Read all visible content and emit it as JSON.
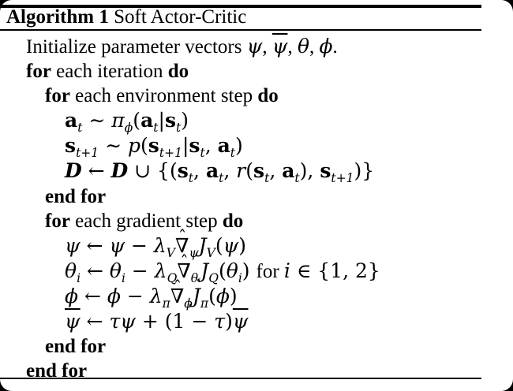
{
  "style": {
    "outer_bg": "#000000",
    "page_bg": "#ffffff",
    "text_color": "#000000",
    "rule_color": "#000000",
    "hat_glyph": "ˆ"
  },
  "header": {
    "label": "Algorithm 1",
    "title": "Soft Actor-Critic"
  },
  "algorithm": {
    "lines": [
      {
        "indent": 0,
        "tokens": [
          {
            "t": "Initialize parameter vectors ",
            "s": "rm"
          },
          {
            "t": "ψ",
            "s": "it"
          },
          {
            "t": ", ",
            "s": "rm"
          },
          {
            "t": "ψ",
            "s": "it",
            "bar": true
          },
          {
            "t": ", ",
            "s": "rm"
          },
          {
            "t": "θ",
            "s": "it"
          },
          {
            "t": ", ",
            "s": "rm"
          },
          {
            "t": "ϕ",
            "s": "it"
          },
          {
            "t": ".",
            "s": "rm"
          }
        ]
      },
      {
        "indent": 0,
        "tokens": [
          {
            "t": "for",
            "s": "kw"
          },
          {
            "t": " each iteration ",
            "s": "rm"
          },
          {
            "t": "do",
            "s": "kw"
          }
        ]
      },
      {
        "indent": 1,
        "tokens": [
          {
            "t": "for",
            "s": "kw"
          },
          {
            "t": " each environment step ",
            "s": "rm"
          },
          {
            "t": "do",
            "s": "kw"
          }
        ]
      },
      {
        "indent": 2,
        "tokens": [
          {
            "t": "a",
            "s": "bf"
          },
          {
            "t": "t",
            "s": "it",
            "sub": true
          },
          {
            "t": " ∼ ",
            "s": "mop"
          },
          {
            "t": "π",
            "s": "it"
          },
          {
            "t": "ϕ",
            "s": "it",
            "sub": true
          },
          {
            "t": "(",
            "s": "mop"
          },
          {
            "t": "a",
            "s": "bf"
          },
          {
            "t": "t",
            "s": "it",
            "sub": true
          },
          {
            "t": "|",
            "s": "mop"
          },
          {
            "t": "s",
            "s": "bf"
          },
          {
            "t": "t",
            "s": "it",
            "sub": true
          },
          {
            "t": ")",
            "s": "mop"
          }
        ]
      },
      {
        "indent": 2,
        "tokens": [
          {
            "t": "s",
            "s": "bf"
          },
          {
            "t": "t+1",
            "s": "it",
            "sub": true
          },
          {
            "t": " ∼ ",
            "s": "mop"
          },
          {
            "t": "p",
            "s": "it"
          },
          {
            "t": "(",
            "s": "mop"
          },
          {
            "t": "s",
            "s": "bf"
          },
          {
            "t": "t+1",
            "s": "it",
            "sub": true
          },
          {
            "t": "|",
            "s": "mop"
          },
          {
            "t": "s",
            "s": "bf"
          },
          {
            "t": "t",
            "s": "it",
            "sub": true
          },
          {
            "t": ", ",
            "s": "mop"
          },
          {
            "t": "a",
            "s": "bf"
          },
          {
            "t": "t",
            "s": "it",
            "sub": true
          },
          {
            "t": ")",
            "s": "mop"
          }
        ]
      },
      {
        "indent": 2,
        "tokens": [
          {
            "t": "D",
            "s": "cal"
          },
          {
            "t": " ← ",
            "s": "mop"
          },
          {
            "t": "D",
            "s": "cal"
          },
          {
            "t": " ∪ {(",
            "s": "mop"
          },
          {
            "t": "s",
            "s": "bf"
          },
          {
            "t": "t",
            "s": "it",
            "sub": true
          },
          {
            "t": ", ",
            "s": "mop"
          },
          {
            "t": "a",
            "s": "bf"
          },
          {
            "t": "t",
            "s": "it",
            "sub": true
          },
          {
            "t": ", ",
            "s": "mop"
          },
          {
            "t": "r",
            "s": "it"
          },
          {
            "t": "(",
            "s": "mop"
          },
          {
            "t": "s",
            "s": "bf"
          },
          {
            "t": "t",
            "s": "it",
            "sub": true
          },
          {
            "t": ", ",
            "s": "mop"
          },
          {
            "t": "a",
            "s": "bf"
          },
          {
            "t": "t",
            "s": "it",
            "sub": true
          },
          {
            "t": "), ",
            "s": "mop"
          },
          {
            "t": "s",
            "s": "bf"
          },
          {
            "t": "t+1",
            "s": "it",
            "sub": true
          },
          {
            "t": ")}",
            "s": "mop"
          }
        ]
      },
      {
        "indent": 1,
        "tokens": [
          {
            "t": "end for",
            "s": "kw"
          }
        ]
      },
      {
        "indent": 1,
        "tokens": [
          {
            "t": "for",
            "s": "kw"
          },
          {
            "t": " each gradient step ",
            "s": "rm"
          },
          {
            "t": "do",
            "s": "kw"
          }
        ]
      },
      {
        "indent": 2,
        "tokens": [
          {
            "t": "ψ",
            "s": "it"
          },
          {
            "t": " ← ",
            "s": "mop"
          },
          {
            "t": "ψ",
            "s": "it"
          },
          {
            "t": " − ",
            "s": "mop"
          },
          {
            "t": "λ",
            "s": "it"
          },
          {
            "t": "V",
            "s": "it",
            "sub": true
          },
          {
            "t": "∇",
            "s": "mop",
            "hat": true
          },
          {
            "t": "ψ",
            "s": "it",
            "sub": true
          },
          {
            "t": "J",
            "s": "it"
          },
          {
            "t": "V",
            "s": "it",
            "sub": true
          },
          {
            "t": "(",
            "s": "mop"
          },
          {
            "t": "ψ",
            "s": "it"
          },
          {
            "t": ")",
            "s": "mop"
          }
        ]
      },
      {
        "indent": 2,
        "tokens": [
          {
            "t": "θ",
            "s": "it"
          },
          {
            "t": "i",
            "s": "it",
            "sub": true
          },
          {
            "t": " ← ",
            "s": "mop"
          },
          {
            "t": "θ",
            "s": "it"
          },
          {
            "t": "i",
            "s": "it",
            "sub": true
          },
          {
            "t": " − ",
            "s": "mop"
          },
          {
            "t": "λ",
            "s": "it"
          },
          {
            "t": "Q",
            "s": "it",
            "sub": true
          },
          {
            "t": "∇",
            "s": "mop",
            "hat": true
          },
          {
            "t": "θᵢ",
            "s": "it",
            "sub": true
          },
          {
            "t": "J",
            "s": "it"
          },
          {
            "t": "Q",
            "s": "it",
            "sub": true
          },
          {
            "t": "(",
            "s": "mop"
          },
          {
            "t": "θ",
            "s": "it"
          },
          {
            "t": "i",
            "s": "it",
            "sub": true
          },
          {
            "t": ") ",
            "s": "mop"
          },
          {
            "t": "for ",
            "s": "rm"
          },
          {
            "t": "i",
            "s": "it"
          },
          {
            "t": " ∈ {1, 2}",
            "s": "mop"
          }
        ]
      },
      {
        "indent": 2,
        "tokens": [
          {
            "t": "ϕ",
            "s": "it"
          },
          {
            "t": " ← ",
            "s": "mop"
          },
          {
            "t": "ϕ",
            "s": "it"
          },
          {
            "t": " − ",
            "s": "mop"
          },
          {
            "t": "λ",
            "s": "it"
          },
          {
            "t": "π",
            "s": "it",
            "sub": true
          },
          {
            "t": "∇",
            "s": "mop",
            "hat": true
          },
          {
            "t": "ϕ",
            "s": "it",
            "sub": true
          },
          {
            "t": "J",
            "s": "it"
          },
          {
            "t": "π",
            "s": "it",
            "sub": true
          },
          {
            "t": "(",
            "s": "mop"
          },
          {
            "t": "ϕ",
            "s": "it"
          },
          {
            "t": ")",
            "s": "mop"
          }
        ]
      },
      {
        "indent": 2,
        "tokens": [
          {
            "t": "ψ",
            "s": "it",
            "bar": true
          },
          {
            "t": " ← ",
            "s": "mop"
          },
          {
            "t": "τ",
            "s": "it"
          },
          {
            "t": "ψ",
            "s": "it"
          },
          {
            "t": " + (1 − ",
            "s": "mop"
          },
          {
            "t": "τ",
            "s": "it"
          },
          {
            "t": ")",
            "s": "mop"
          },
          {
            "t": "ψ",
            "s": "it",
            "bar": true
          }
        ]
      },
      {
        "indent": 1,
        "tokens": [
          {
            "t": "end for",
            "s": "kw"
          }
        ]
      },
      {
        "indent": 0,
        "tokens": [
          {
            "t": "end for",
            "s": "kw"
          }
        ]
      }
    ]
  }
}
